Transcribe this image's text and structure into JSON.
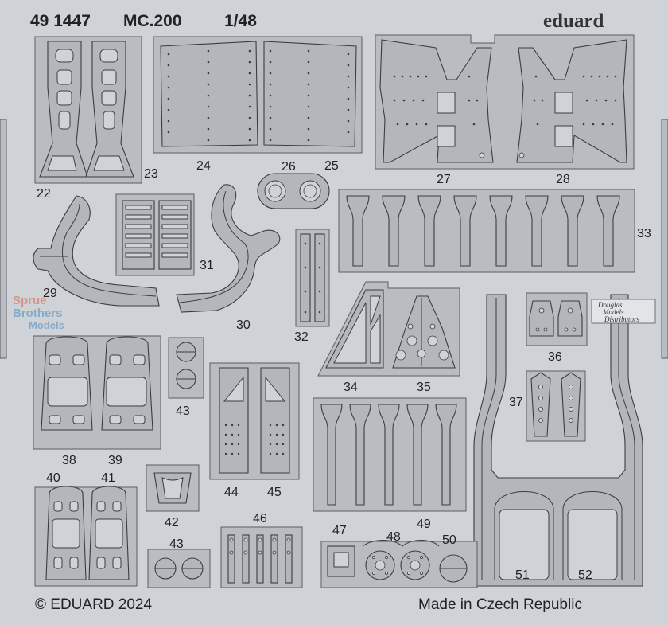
{
  "header": {
    "product_code": "49 1447",
    "model": "MC.200",
    "scale": "1/48",
    "brand": "eduard"
  },
  "footer": {
    "copyright": "© EDUARD 2024",
    "origin": "Made in Czech Republic"
  },
  "watermarks": {
    "spruebrothers": [
      "Sprue",
      "Brothers",
      "Models"
    ],
    "distributor": [
      "Douglas",
      "Models",
      "Distributors"
    ]
  },
  "parts": {
    "p22": "22",
    "p23": "23",
    "p24": "24",
    "p25": "25",
    "p26": "26",
    "p27": "27",
    "p28": "28",
    "p29": "29",
    "p30": "30",
    "p31": "31",
    "p32": "32",
    "p33": "33",
    "p34": "34",
    "p35": "35",
    "p36": "36",
    "p37": "37",
    "p38": "38",
    "p39": "39",
    "p40": "40",
    "p41": "41",
    "p42": "42",
    "p43a": "43",
    "p43b": "43",
    "p44": "44",
    "p45": "45",
    "p46": "46",
    "p47": "47",
    "p48": "48",
    "p49": "49",
    "p50": "50",
    "p51": "51",
    "p52": "52"
  },
  "colors": {
    "background": "#cfd3d8",
    "metal": "#b3b7bc",
    "outline": "#3a3d40"
  }
}
